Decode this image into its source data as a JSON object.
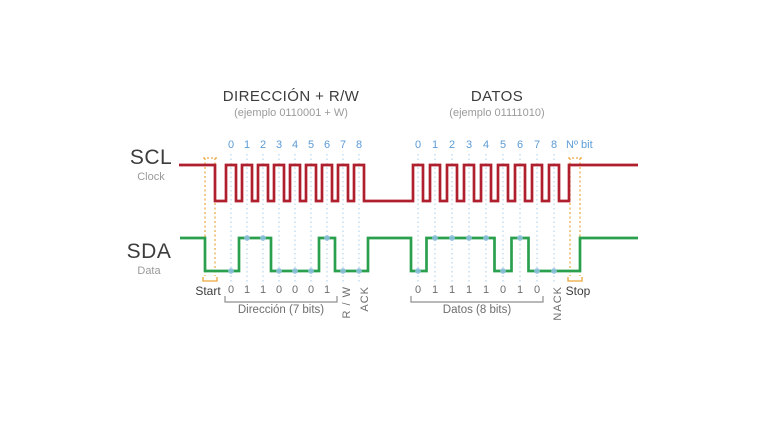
{
  "colors": {
    "scl": "#b01f2e",
    "sda": "#2aa04e",
    "bit_number": "#5b9bd5",
    "guide_line": "#a9cbe7",
    "sample_dot": "#8fc0e0",
    "start_stop_guide": "#e9a63b",
    "dark_text": "#3c3c3c",
    "gray_text": "#6e6e6e",
    "light_gray_text": "#9a9a9a",
    "bracket": "#8f8f8f",
    "background": "#ffffff"
  },
  "sections": {
    "address": {
      "title": "DIRECCIÓN + R/W",
      "subtitle": "(ejemplo 0110001 + W)",
      "bit_numbers": [
        "0",
        "1",
        "2",
        "3",
        "4",
        "5",
        "6",
        "7",
        "8"
      ],
      "sda_bit_values": [
        0,
        1,
        1,
        0,
        0,
        0,
        1,
        0,
        0
      ],
      "shown_bit_labels": [
        "0",
        "1",
        "1",
        "0",
        "0",
        "0",
        "1"
      ],
      "rw_label": "R / W",
      "ack_label": "ACK",
      "bracket_label": "Dirección (7 bits)"
    },
    "data": {
      "title": "DATOS",
      "subtitle": "(ejemplo 01111010)",
      "bit_numbers": [
        "0",
        "1",
        "2",
        "3",
        "4",
        "5",
        "6",
        "7",
        "8"
      ],
      "sda_bit_values": [
        0,
        1,
        1,
        1,
        1,
        0,
        1,
        0,
        0
      ],
      "shown_bit_labels": [
        "0",
        "1",
        "1",
        "1",
        "1",
        "0",
        "1",
        "0"
      ],
      "nack_label": "NACK",
      "bracket_label": "Datos (8 bits)"
    }
  },
  "bit_axis_caption": "Nº bit",
  "signals": {
    "scl": {
      "name": "SCL",
      "caption": "Clock"
    },
    "sda": {
      "name": "SDA",
      "caption": "Data"
    }
  },
  "markers": {
    "start": "Start",
    "stop": "Stop"
  }
}
